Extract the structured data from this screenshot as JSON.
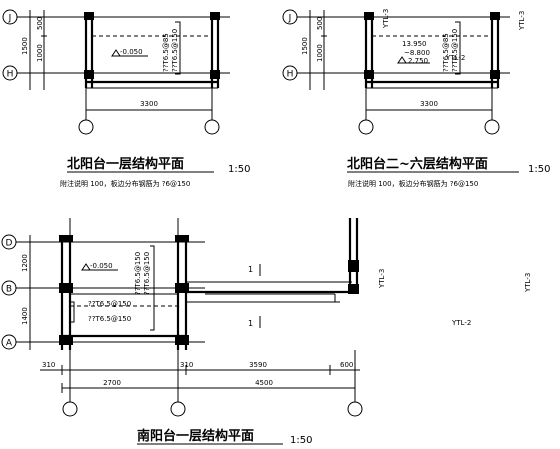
{
  "north1": {
    "axis_top": "J",
    "axis_bottom": "H",
    "dim_500": "500",
    "dim_1000": "1000",
    "dim_1500": "1500",
    "level": "-0.050",
    "rebar_a": "??T6.5@85",
    "rebar_b": "??T6.5@150",
    "dim_span": "3300",
    "title": "北阳台一层结构平面",
    "scale": "1:50",
    "note": "附注说明  100，板边分布钢筋为  ?6@150"
  },
  "north2": {
    "axis_top": "J",
    "axis_bottom": "H",
    "dim_500": "500",
    "dim_1000": "1000",
    "dim_1500": "1500",
    "ytl": "YTL-3",
    "level_1": "13.950",
    "level_2": "~8.800",
    "level_3": "2.750",
    "ytl2": "YTL-2",
    "rebar_a": "??T6.5@85",
    "rebar_b": "??T6.5@150",
    "dim_span": "3300",
    "title": "北阳台二~六层结构平面",
    "scale": "1:50",
    "note": "附注说明  100，板边分布钢筋为  ?6@150",
    "ytl_right": "YTL-3"
  },
  "south": {
    "axis_d": "D",
    "axis_b": "B",
    "axis_a": "A",
    "dim_1200": "1200",
    "dim_1400": "1400",
    "level": "-0.050",
    "rebar_1": "??T6.5@150",
    "rebar_2": "??T6.5@150",
    "rebar_3": "??T6.5@150",
    "section_mark": "1",
    "dim_310a": "310",
    "dim_310b": "310",
    "dim_3590": "3590",
    "dim_600": "600",
    "dim_2700": "2700",
    "dim_4500": "4500",
    "ytl3": "YTL-3",
    "ytl2": "YTL-2",
    "title": "南阳台一层结构平面",
    "scale": "1:50"
  }
}
